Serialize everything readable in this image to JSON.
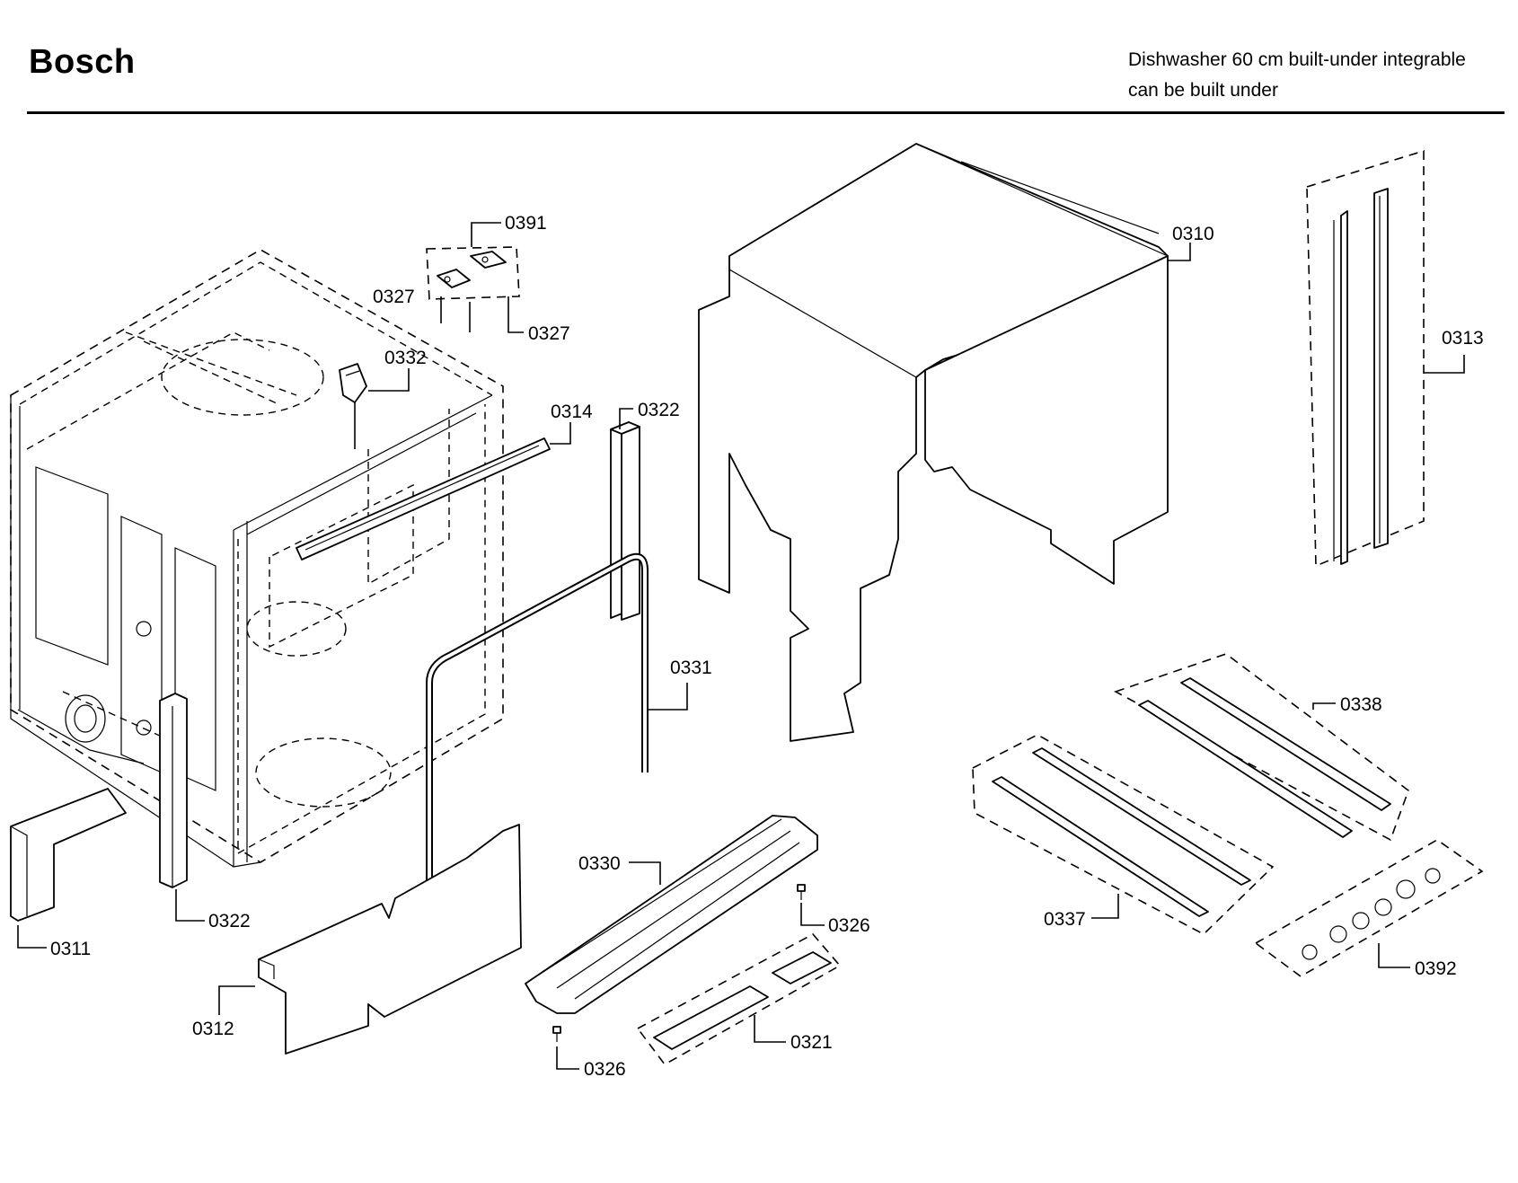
{
  "header": {
    "brand": "Bosch",
    "subtitle_line1": "Dishwasher 60 cm built-under integrable",
    "subtitle_line2": "can be built under"
  },
  "callouts": {
    "p0310": "0310",
    "p0311": "0311",
    "p0312": "0312",
    "p0313": "0313",
    "p0314": "0314",
    "p0321": "0321",
    "p0322_top": "0322",
    "p0322_bottom": "0322",
    "p0326_right": "0326",
    "p0326_left": "0326",
    "p0327_left": "0327",
    "p0327_right": "0327",
    "p0330": "0330",
    "p0331": "0331",
    "p0332": "0332",
    "p0337": "0337",
    "p0338": "0338",
    "p0391": "0391",
    "p0392": "0392"
  }
}
